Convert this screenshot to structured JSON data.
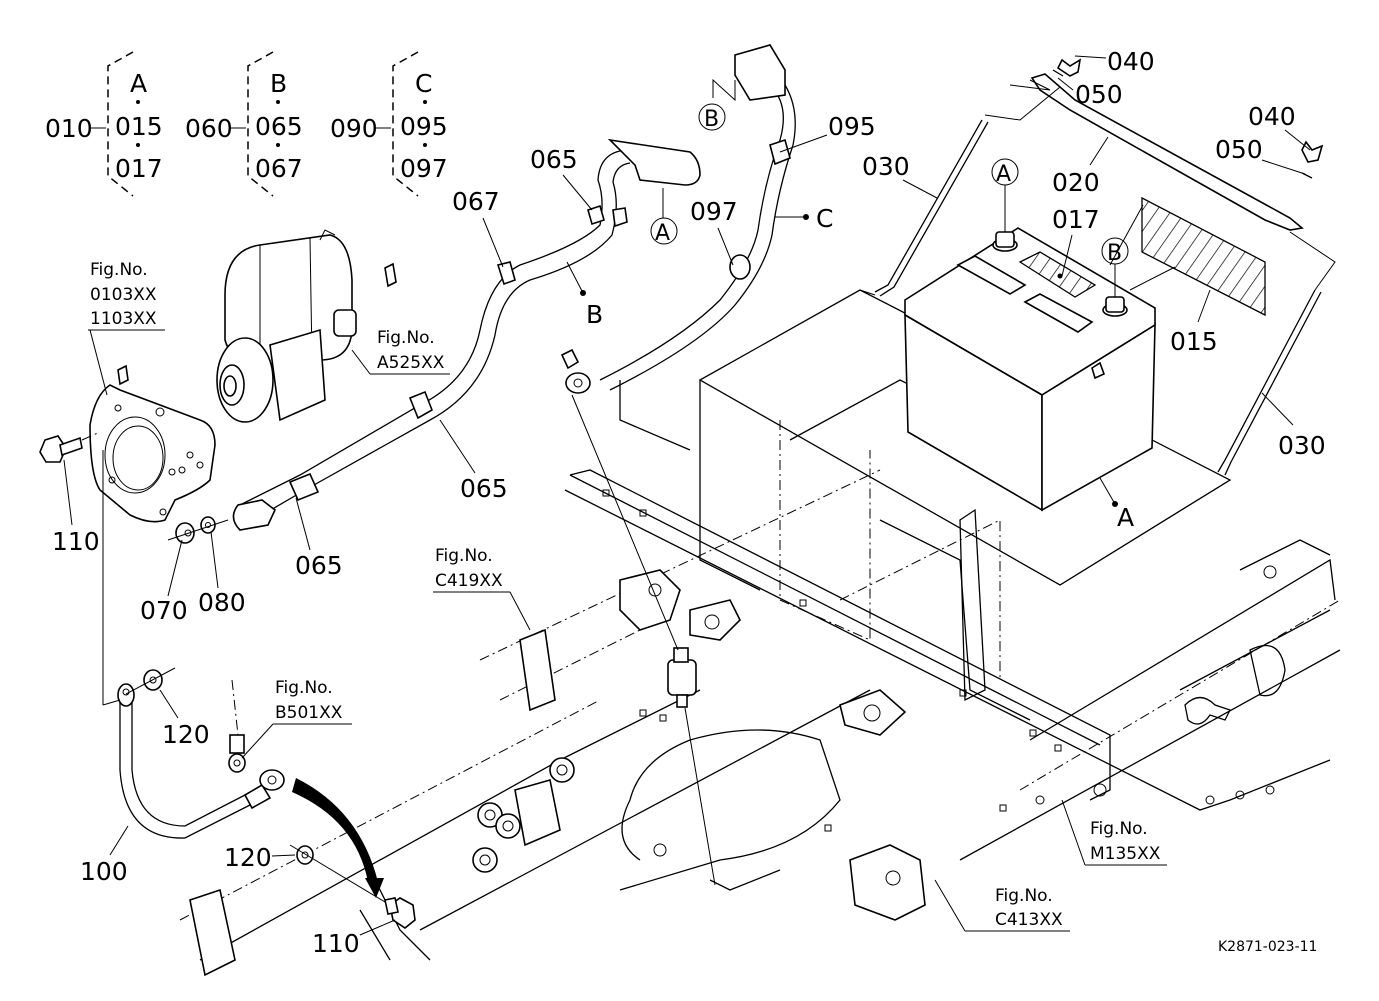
{
  "diagram": {
    "drawing_code": "K2871-023-11",
    "assemblies": [
      {
        "assembly": "010",
        "letter": "A",
        "parts": [
          "015",
          "017"
        ]
      },
      {
        "assembly": "060",
        "letter": "B",
        "parts": [
          "065",
          "067"
        ]
      },
      {
        "assembly": "090",
        "letter": "C",
        "parts": [
          "095",
          "097"
        ]
      }
    ],
    "part_labels": {
      "p065_top": "065",
      "p067": "067",
      "p095": "095",
      "p097": "097",
      "p030_left": "030",
      "p030_right": "030",
      "p020": "020",
      "p017": "017",
      "p015": "015",
      "p040_top": "040",
      "p050_top": "050",
      "p040_right": "040",
      "p050_right": "050",
      "p065_mid": "065",
      "p065_low": "065",
      "p110_left": "110",
      "p070": "070",
      "p080": "080",
      "p120_top": "120",
      "p100": "100",
      "p120_low": "120",
      "p110_low": "110"
    },
    "letter_marks": {
      "cable_a_tag": "A",
      "cable_b_tag": "B",
      "cable_b_dot": "B",
      "cable_c_dot": "C",
      "battery_a_term": "A",
      "battery_b_term": "B",
      "battery_a_dot": "A"
    },
    "figure_refs": [
      {
        "prefix": "Fig.No.",
        "code": "0103XX",
        "code2": "1103XX"
      },
      {
        "prefix": "Fig.No.",
        "code": "A525XX"
      },
      {
        "prefix": "Fig.No.",
        "code": "C419XX"
      },
      {
        "prefix": "Fig.No.",
        "code": "B501XX"
      },
      {
        "prefix": "Fig.No.",
        "code": "M135XX"
      },
      {
        "prefix": "Fig.No.",
        "code": "C413XX"
      }
    ]
  }
}
